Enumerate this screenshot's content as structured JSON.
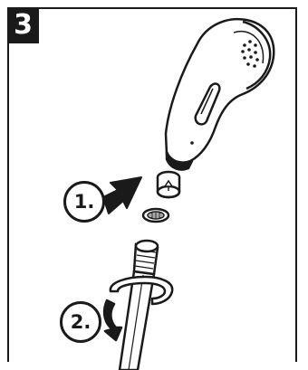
{
  "step": {
    "number": "3"
  },
  "callouts": [
    {
      "label": "1."
    },
    {
      "label": "2."
    }
  ],
  "colors": {
    "ink": "#1a1a1a",
    "paper": "#ffffff",
    "shade": "#d8d8d8"
  }
}
